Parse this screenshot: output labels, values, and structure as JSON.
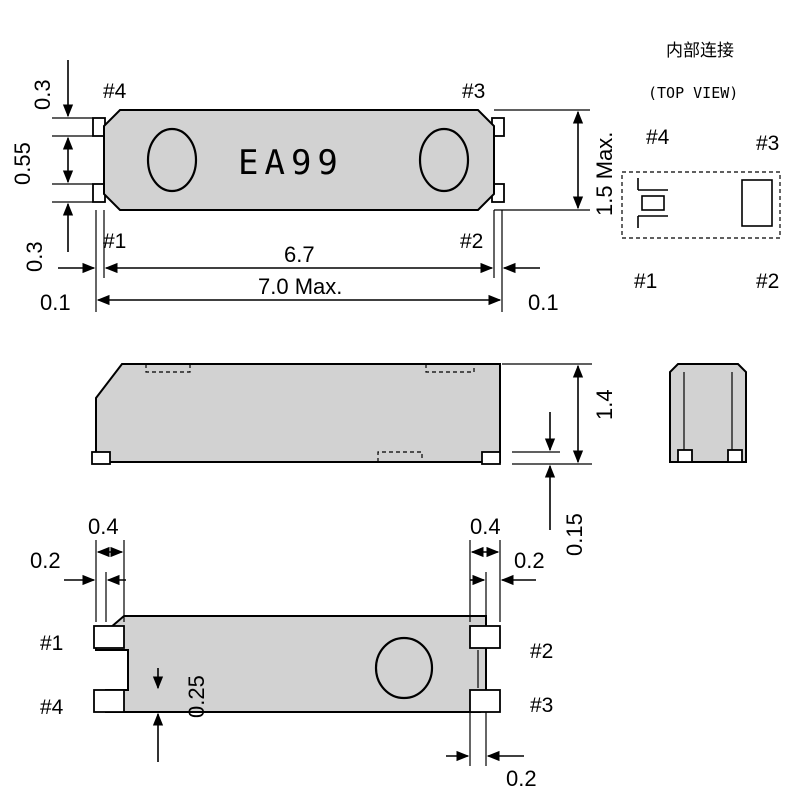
{
  "part_marking": "EA99",
  "top_view": {
    "dims": {
      "top_gap": "0.3",
      "pad_gap": "0.55",
      "bottom_gap": "0.3",
      "body_length": "6.7",
      "overall_length": "7.0  Max.",
      "left_offset": "0.1",
      "right_offset": "0.1",
      "width": "1.5 Max."
    },
    "pins": {
      "p1": "#1",
      "p2": "#2",
      "p3": "#3",
      "p4": "#4"
    }
  },
  "connection_view": {
    "title": "内部连接",
    "subtitle": "(TOP VIEW)",
    "pins": {
      "p1": "#1",
      "p2": "#2",
      "p3": "#3",
      "p4": "#4"
    }
  },
  "side_view": {
    "dims": {
      "height": "1.4",
      "standoff": "0.15"
    }
  },
  "bottom_view": {
    "dims": {
      "left_pad_width": "0.4",
      "left_gap": "0.2",
      "right_pad_width": "0.4",
      "right_gap": "0.2",
      "notch": "0.25",
      "bottom_gap": "0.2"
    },
    "pins": {
      "p1": "#1",
      "p2": "#2",
      "p3": "#3",
      "p4": "#4"
    }
  }
}
